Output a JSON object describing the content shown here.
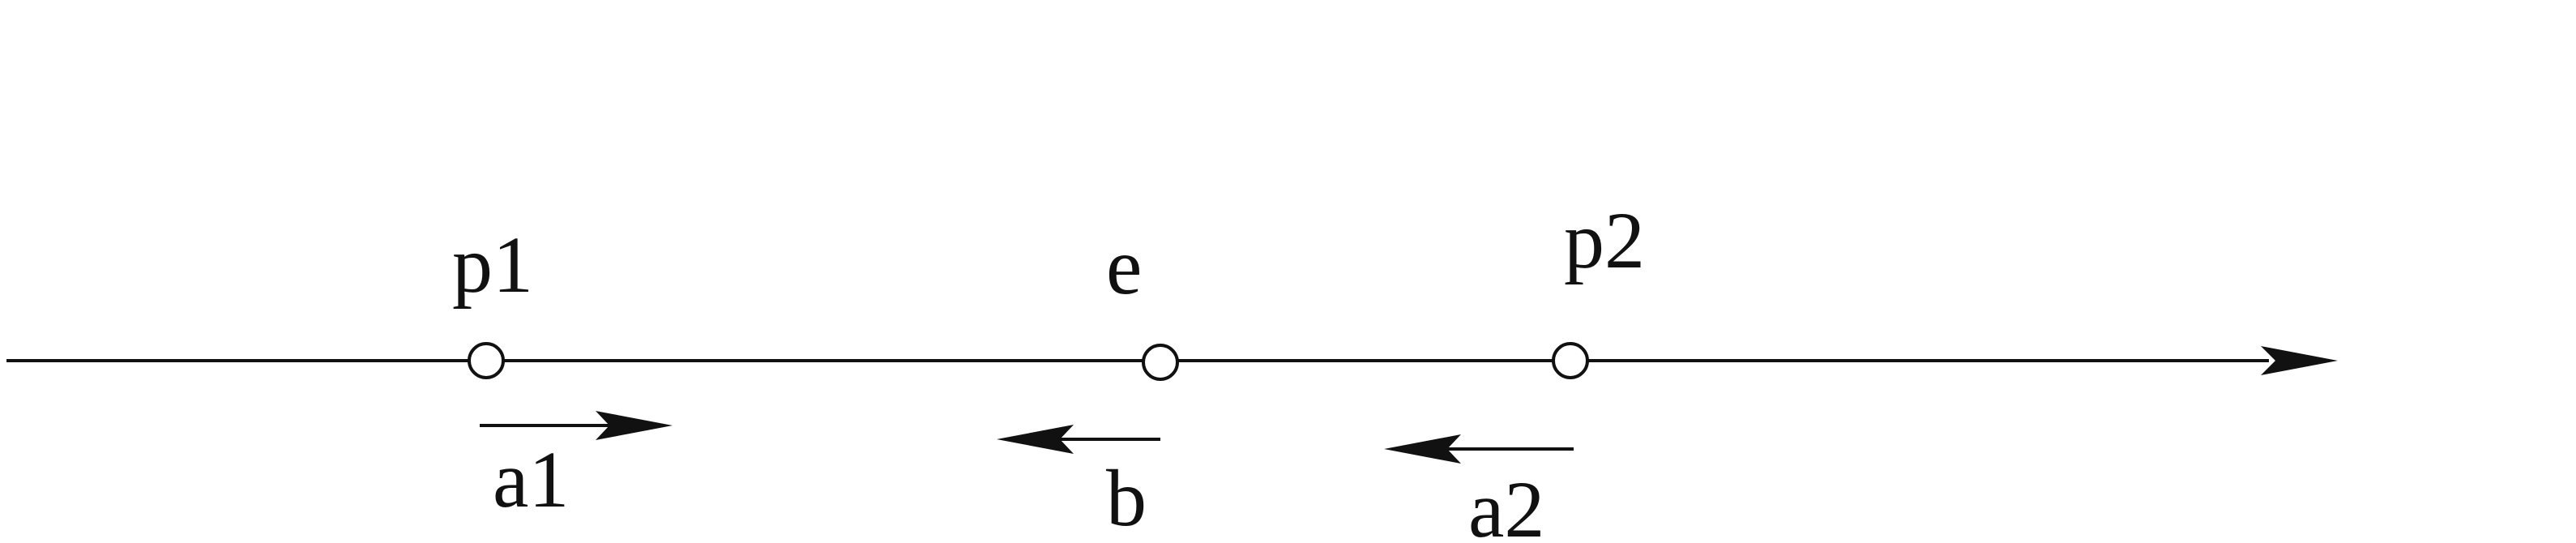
{
  "diagram": {
    "points": [
      {
        "id": "p1",
        "label": "p1"
      },
      {
        "id": "e",
        "label": "e"
      },
      {
        "id": "p2",
        "label": "p2"
      }
    ],
    "vectors": [
      {
        "id": "a1",
        "label": "a1",
        "direction": "right"
      },
      {
        "id": "b",
        "label": "b",
        "direction": "left"
      },
      {
        "id": "a2",
        "label": "a2",
        "direction": "left"
      }
    ],
    "colors": {
      "ink": "#111111",
      "background": "#ffffff"
    }
  }
}
